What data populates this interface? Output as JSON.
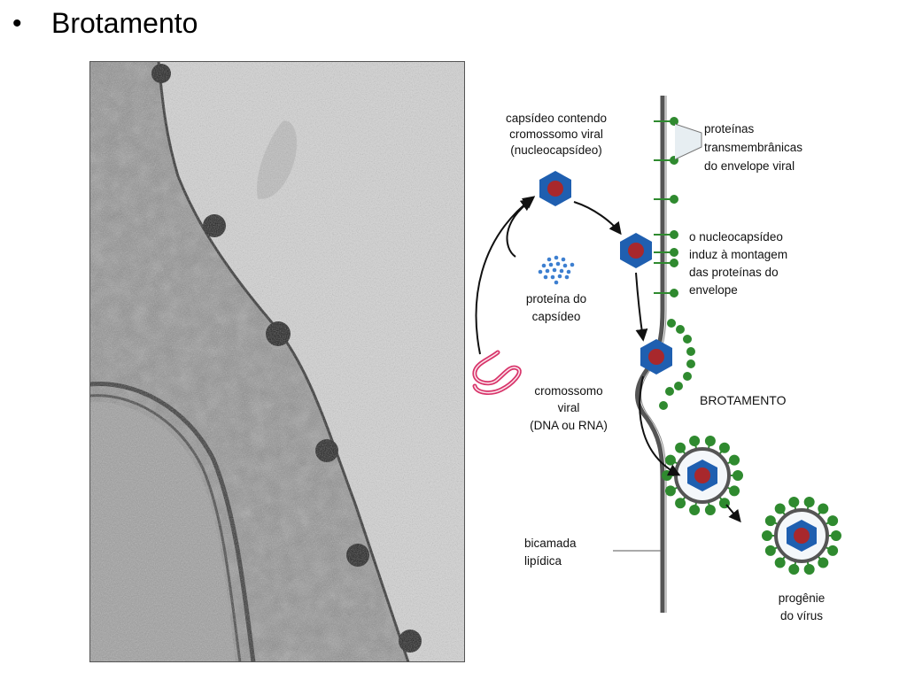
{
  "slide": {
    "bullet": "•",
    "title": "Brotamento"
  },
  "diagram": {
    "labels": {
      "capsid_line1": "capsídeo contendo",
      "capsid_line2": "cromossomo viral",
      "capsid_line3": "(nucleocapsídeo)",
      "proteins_line1": "proteínas",
      "proteins_line2": "transmembrânicas",
      "proteins_line3": "do envelope viral",
      "induces_line1": "o nucleocapsídeo",
      "induces_line2": "induz à montagem",
      "induces_line3": "das proteínas do",
      "induces_line4": "envelope",
      "capsid_protein_line1": "proteína do",
      "capsid_protein_line2": "capsídeo",
      "chromosome_line1": "cromossomo",
      "chromosome_line2": "viral",
      "chromosome_line3": "(DNA ou RNA)",
      "budding": "BROTAMENTO",
      "bilayer_line1": "bicamada",
      "bilayer_line2": "lipídica",
      "progeny_line1": "progênie",
      "progeny_line2": "do vírus"
    },
    "colors": {
      "capsid": "#1f5fb0",
      "core": "#a8282c",
      "protein": "#2f8a2f",
      "capsid_protein_dots": "#3d7fd0",
      "chromosome": "#d8346a",
      "membrane": "#555555"
    }
  },
  "micrograph": {
    "icon": "electron-micrograph"
  }
}
